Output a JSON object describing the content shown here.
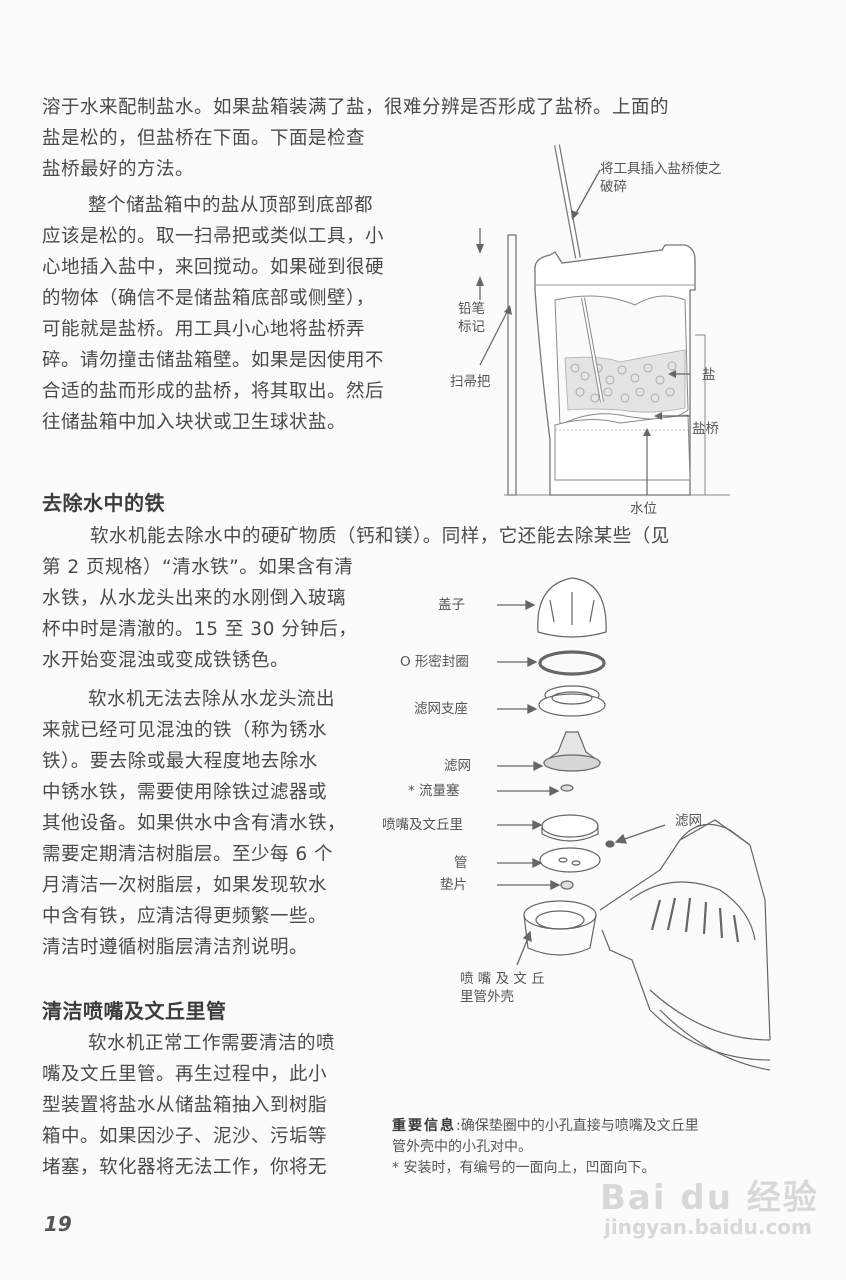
{
  "page": {
    "number": "19",
    "intro_lines": [
      "溶于水来配制盐水。如果盐箱装满了盐，很难分辨是否形成了盐桥。上面的",
      "盐是松的，但盐桥在下面。下面是检查",
      "盐桥最好的方法。"
    ],
    "salt_bridge_para": [
      "整个储盐箱中的盐从顶部到底部都",
      "应该是松的。取一扫帚把或类似工具，小",
      "心地插入盐中，来回搅动。如果碰到很硬",
      "的物体（确信不是储盐箱底部或侧壁），",
      "可能就是盐桥。用工具小心地将盐桥弄",
      "碎。请勿撞击储盐箱壁。如果是因使用不",
      "合适的盐而形成的盐桥，将其取出。然后",
      "往储盐箱中加入块状或卫生球状盐。"
    ]
  },
  "figure_salt_tank": {
    "labels": {
      "tool": "将工具插入盐桥使之",
      "tool_line2": "破碎",
      "pencil_mark_line1": "铅笔",
      "pencil_mark_line2": "标记",
      "broom_handle": "扫帚把",
      "salt": "盐",
      "salt_bridge": "盐桥",
      "water_level": "水位"
    }
  },
  "section_iron": {
    "heading": "去除水中的铁",
    "para1": [
      "软水机能去除水中的硬矿物质（钙和镁）。同样，它还能去除某些（见",
      "第 2 页规格）“清水铁”。如果含有清",
      "水铁，从水龙头出来的水刚倒入玻璃",
      "杯中时是清澈的。15 至 30 分钟后，",
      "水开始变混浊或变成铁锈色。"
    ],
    "para2": [
      "软水机无法去除从水龙头流出",
      "来就已经可见混浊的铁（称为锈水",
      "铁）。要去除或最大程度地去除水",
      "中锈水铁，需要使用除铁过滤器或",
      "其他设备。如果供水中含有清水铁，",
      "需要定期清洁树脂层。至少每 6 个",
      "月清洁一次树脂层，如果发现软水",
      "中含有铁，应清洁得更频繁一些。",
      "清洁时遵循树脂层清洁剂说明。"
    ]
  },
  "section_nozzle": {
    "heading": "清洁喷嘴及文丘里管",
    "para": [
      "软水机正常工作需要清洁的喷",
      "嘴及文丘里管。再生过程中，此小",
      "型装置将盐水从储盐箱抽入到树脂",
      "箱中。如果因沙子、泥沙、污垢等",
      "堵塞，软化器将无法工作，你将无"
    ]
  },
  "figure_nozzle": {
    "parts": [
      {
        "label": "盖子"
      },
      {
        "label": "O 形密封圈"
      },
      {
        "label": "滤网支座"
      },
      {
        "label": "滤网"
      },
      {
        "label": "* 流量塞"
      },
      {
        "label": "喷嘴及文丘里"
      },
      {
        "label": "管"
      },
      {
        "label": "垫片"
      }
    ],
    "screen_label": "滤网",
    "housing_label_line1": "喷 嘴 及 文 丘",
    "housing_label_line2": "里管外壳",
    "caption_bold": "重要信息",
    "caption_line1": ":确保垫圈中的小孔直接与喷嘴及文丘里",
    "caption_line2": "管外壳中的小孔对中。",
    "caption_line3": "* 安装时，有编号的一面向上，凹面向下。"
  },
  "watermark": {
    "brand": "Bai du 经验",
    "url": "jingyan.baidu.com"
  }
}
